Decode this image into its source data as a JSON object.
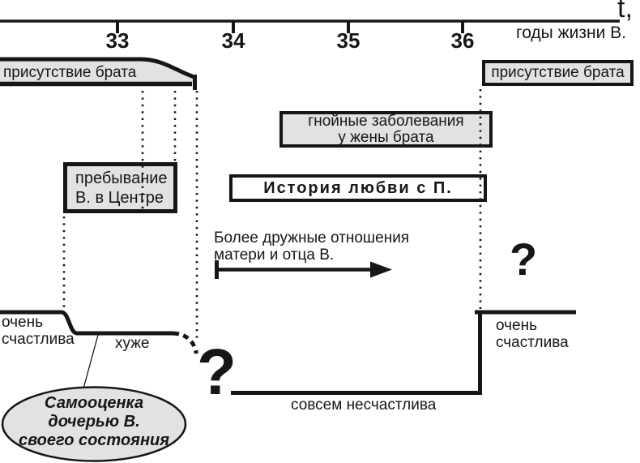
{
  "axis": {
    "t_label": "t,",
    "caption": "годы жизни В.",
    "ticks": [
      "33",
      "34",
      "35",
      "36"
    ]
  },
  "events": {
    "brother_presence_left": "присутствие брата",
    "brother_presence_right": "присутствие брата",
    "disease": {
      "line1": "гнойные заболевания",
      "line2": "у жены брата"
    },
    "center_stay": {
      "line1": "пребывание",
      "line2": "В. в Центре"
    },
    "love_story": "История любви с П.",
    "parents_relations": {
      "line1": "Более дружные отношения",
      "line2": "матери и отца В."
    }
  },
  "self_assessment": {
    "very_happy_left": {
      "line1": "очень",
      "line2": "счастлива"
    },
    "worse": "хуже",
    "unhappy": "совсем несчастлива",
    "very_happy_right": {
      "line1": "очень",
      "line2": "счастлива"
    },
    "question_gap": "?",
    "question_right": "?",
    "legend": {
      "line1": "Самооценка",
      "line2": "дочерью В.",
      "line3": "своего состояния"
    }
  },
  "colors": {
    "ink": "#161616",
    "box_fill": "#e2e2e2"
  }
}
